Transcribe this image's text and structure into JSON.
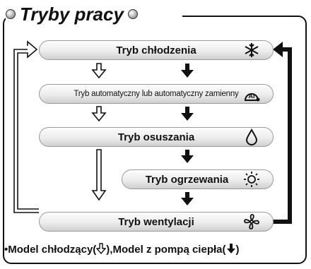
{
  "title": "Tryby pracy",
  "modes": {
    "cooling": "Tryb chłodzenia",
    "auto": "Tryb automatyczny lub automatyczny zamienny",
    "auto_icon_text": "AI",
    "drying": "Tryb osuszania",
    "heating": "Tryb ogrzewania",
    "fan": "Tryb wentylacji"
  },
  "legend": {
    "bullet": "•",
    "cooling_model": "Model chłodzący(",
    "separator": "),",
    "heatpump_model": "Model z pompą ciepła(",
    "end": ")"
  },
  "icons": {
    "cooling": "snowflake-icon",
    "auto": "auto-ai-icon",
    "drying": "water-drop-icon",
    "heating": "sun-icon",
    "fan": "fan-icon"
  }
}
